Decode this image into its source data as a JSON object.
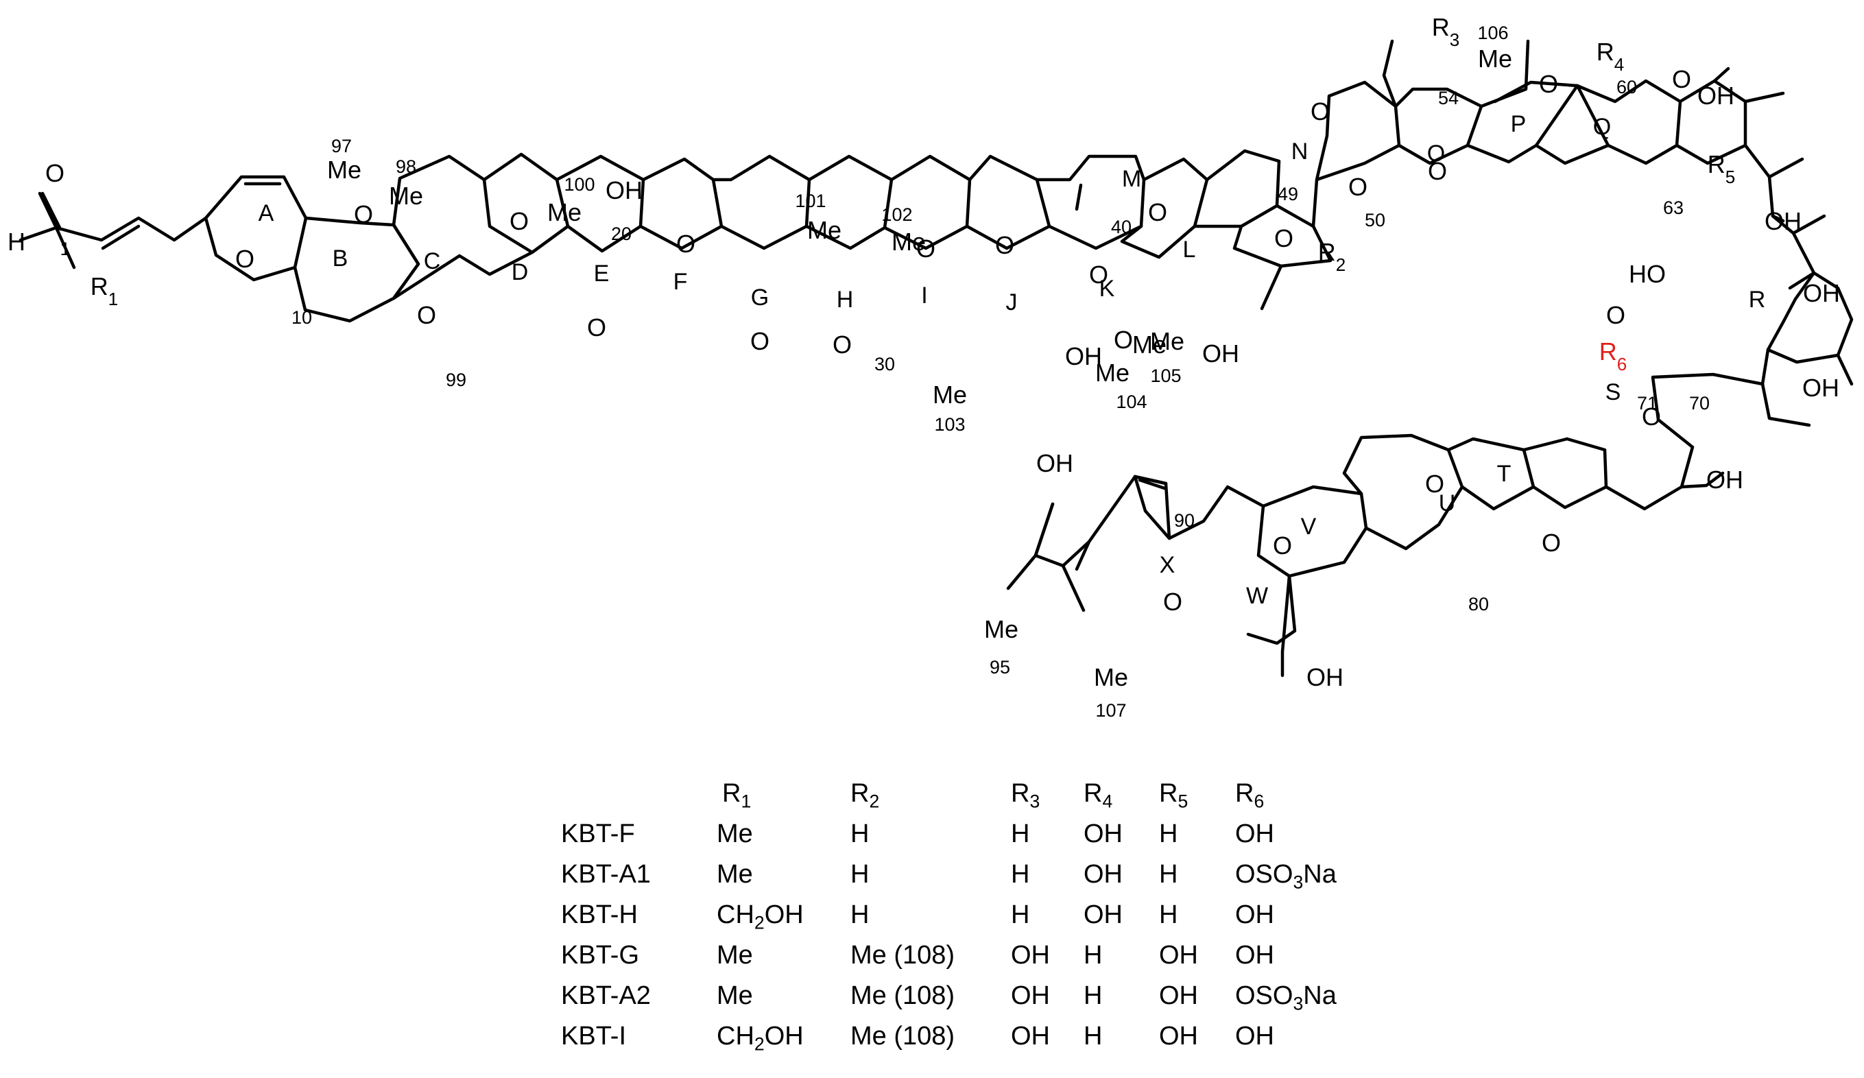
{
  "structure": {
    "rings": [
      "A",
      "B",
      "C",
      "D",
      "E",
      "F",
      "G",
      "H",
      "I",
      "J",
      "K",
      "L",
      "M",
      "N",
      "O",
      "P",
      "Q",
      "R",
      "S",
      "T",
      "U",
      "V",
      "W",
      "X"
    ],
    "atom_numbers": [
      "1",
      "10",
      "20",
      "30",
      "40",
      "49",
      "50",
      "54",
      "60",
      "63",
      "70",
      "71",
      "80",
      "90",
      "95",
      "97",
      "98",
      "99",
      "100",
      "101",
      "102",
      "103",
      "104",
      "105",
      "106",
      "107"
    ],
    "symbols": {
      "oxygen": "O",
      "hydroxyl": "OH",
      "hydroxyl_left": "HO",
      "methyl": "Me",
      "hydrogen": "H"
    },
    "substituents": [
      {
        "letter": "R",
        "sub": "1"
      },
      {
        "letter": "R",
        "sub": "2"
      },
      {
        "letter": "R",
        "sub": "3"
      },
      {
        "letter": "R",
        "sub": "4"
      },
      {
        "letter": "R",
        "sub": "5"
      },
      {
        "letter": "R",
        "sub": "6"
      }
    ],
    "highlight_color": "#e0201b"
  },
  "table": {
    "headers": [
      {
        "letter": "R",
        "sub": "1"
      },
      {
        "letter": "R",
        "sub": "2"
      },
      {
        "letter": "R",
        "sub": "3"
      },
      {
        "letter": "R",
        "sub": "4"
      },
      {
        "letter": "R",
        "sub": "5"
      },
      {
        "letter": "R",
        "sub": "6"
      }
    ],
    "rows": [
      {
        "name": "KBT-F",
        "r1": "Me",
        "r2": "H",
        "r3": "H",
        "r4": "OH",
        "r5": "H",
        "r6": "OH"
      },
      {
        "name": "KBT-A1",
        "r1": "Me",
        "r2": "H",
        "r3": "H",
        "r4": "OH",
        "r5": "H",
        "r6": "OSO3Na"
      },
      {
        "name": "KBT-H",
        "r1": "CH2OH",
        "r2": "H",
        "r3": "H",
        "r4": "OH",
        "r5": "H",
        "r6": "OH"
      },
      {
        "name": "KBT-G",
        "r1": "Me",
        "r2": "Me (108)",
        "r3": "OH",
        "r4": "H",
        "r5": "OH",
        "r6": "OH"
      },
      {
        "name": "KBT-A2",
        "r1": "Me",
        "r2": "Me (108)",
        "r3": "OH",
        "r4": "H",
        "r5": "OH",
        "r6": "OSO3Na"
      },
      {
        "name": "KBT-I",
        "r1": "CH2OH",
        "r2": "Me (108)",
        "r3": "OH",
        "r4": "H",
        "r5": "OH",
        "r6": "OH"
      }
    ]
  }
}
